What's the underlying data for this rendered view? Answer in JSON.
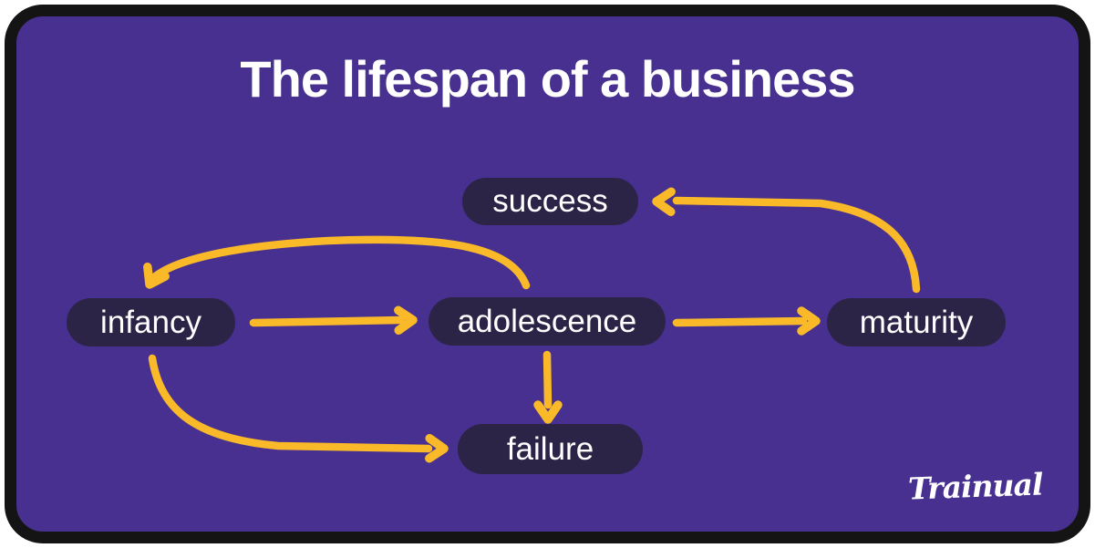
{
  "title": "The lifespan of a business",
  "brand": {
    "logo_text": "Trainual"
  },
  "colors": {
    "background": "#FFFFFF",
    "card": "#47308F",
    "border": "#141414",
    "node": "#2C2447",
    "arrow": "#F9B929",
    "text": "#FFFFFF"
  },
  "diagram": {
    "type": "flow-diagram",
    "nodes": [
      {
        "id": "success",
        "label": "success"
      },
      {
        "id": "infancy",
        "label": "infancy"
      },
      {
        "id": "adolescence",
        "label": "adolescence"
      },
      {
        "id": "maturity",
        "label": "maturity"
      },
      {
        "id": "failure",
        "label": "failure"
      }
    ],
    "edges": [
      {
        "from": "adolescence",
        "to": "infancy"
      },
      {
        "from": "infancy",
        "to": "adolescence"
      },
      {
        "from": "adolescence",
        "to": "maturity"
      },
      {
        "from": "maturity",
        "to": "success"
      },
      {
        "from": "adolescence",
        "to": "failure"
      },
      {
        "from": "infancy",
        "to": "failure"
      }
    ]
  }
}
